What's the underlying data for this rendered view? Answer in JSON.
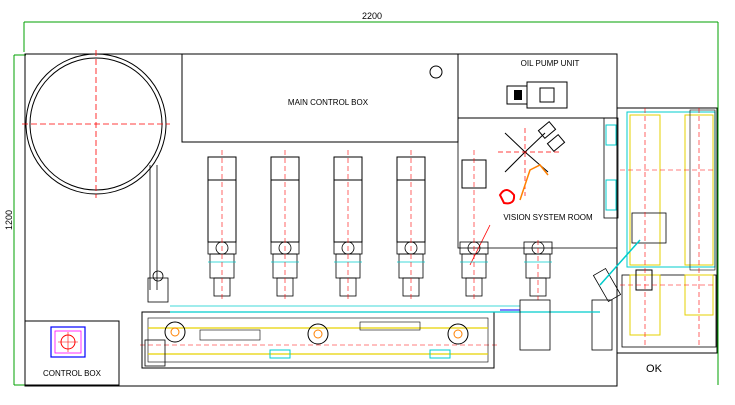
{
  "dimensions": {
    "width": "2200",
    "height": "1200"
  },
  "labels": {
    "main_control_box": "MAIN CONTROL BOX",
    "oil_pump_unit": "OIL PUMP UNIT",
    "vision_system_room": "VISION SYSTEM ROOM",
    "control_box": "CONTROL BOX",
    "ok": "OK"
  },
  "colors": {
    "outline": "#000000",
    "centerline": "#ff0000",
    "cyan": "#00cccc",
    "yellow": "#e6d200",
    "green": "#00a000",
    "blue": "#0000ff",
    "magenta": "#ff00ff",
    "orange": "#ff8000"
  }
}
